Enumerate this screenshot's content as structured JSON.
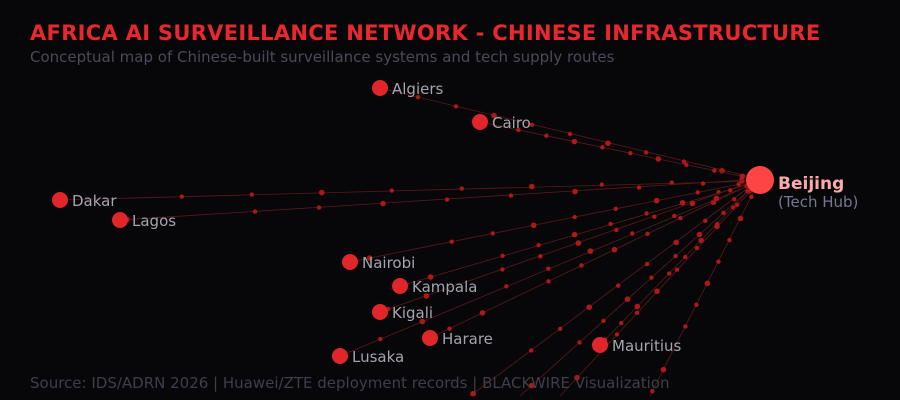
{
  "title": "AFRICA AI SURVEILLANCE NETWORK - CHINESE INFRASTRUCTURE",
  "subtitle": "Conceptual map of Chinese-built surveillance systems and tech supply routes",
  "source": "Source: IDS/ADRN 2026 | Huawei/ZTE deployment records | BLACKWIRE Visualization",
  "hub": {
    "name": "Beijing",
    "sub": "(Tech Hub)"
  },
  "nodes": [
    "Algiers",
    "Cairo",
    "Dakar",
    "Lagos",
    "Nairobi",
    "Kampala",
    "Kigali",
    "Harare",
    "Lusaka",
    "Mauritius"
  ],
  "colors": {
    "background": "#070709",
    "node": "#e0262b",
    "hub": "#ff4444",
    "route": "#5a1a1a",
    "packet": "#b01818"
  }
}
